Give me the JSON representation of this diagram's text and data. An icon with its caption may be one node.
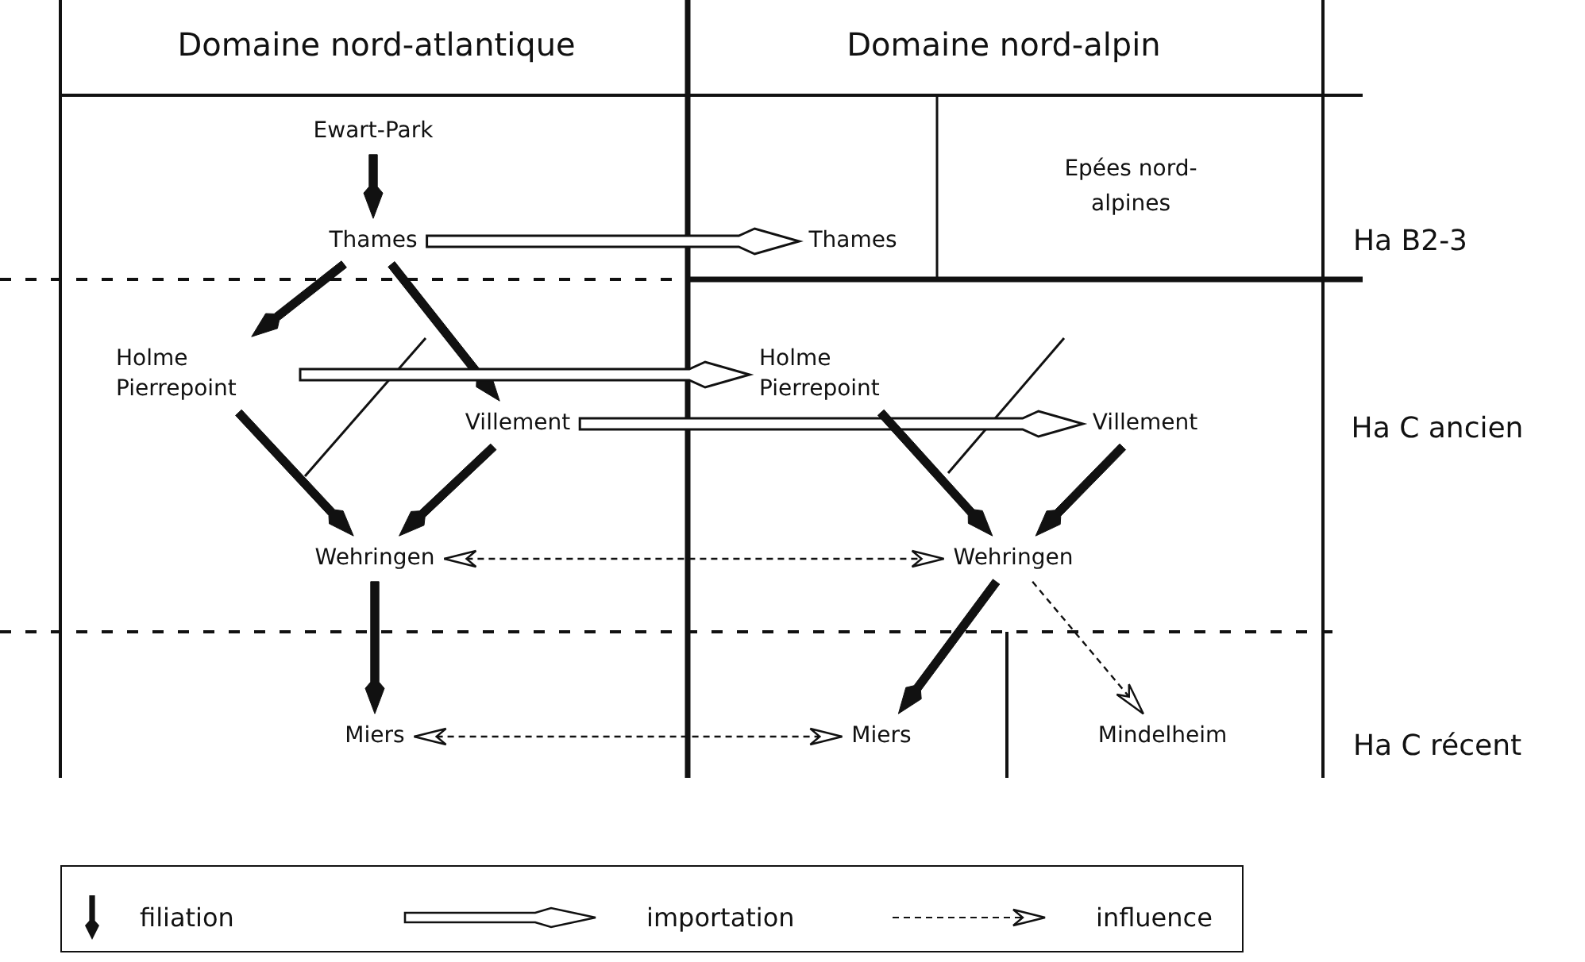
{
  "diagram": {
    "nodes": [
      {
        "text": [
          "Ewart-Park"
        ]
      },
      {
        "text": [
          "Thames"
        ]
      },
      {
        "text": [
          "Holme Pierrepoint"
        ]
      },
      {
        "text": [
          "Villement"
        ]
      },
      {
        "text": [
          "Wehringen"
        ]
      },
      {
        "text": [
          "Miers"
        ]
      },
      {
        "text": [
          "Thames"
        ]
      },
      {
        "text": [
          "Holme Pierrepoint"
        ]
      },
      {
        "text": [
          "Villement"
        ]
      },
      {
        "text": [
          "Wehringen"
        ]
      },
      {
        "text": [
          "Miers"
        ]
      },
      {
        "text": [
          "Mindelheim"
        ]
      }
    ],
    "edges": [
      {
        "from": 0,
        "to": 1,
        "arrow": "to",
        "style": "thick"
      },
      {
        "from": 1,
        "to": 2,
        "arrow": "to",
        "style": "thick"
      },
      {
        "from": 1,
        "to": 3,
        "arrow": "to",
        "style": "thick"
      },
      {
        "from": 2,
        "to": 4,
        "arrow": "to",
        "style": "thick"
      },
      {
        "from": 3,
        "to": 4,
        "arrow": "to",
        "style": "thick"
      },
      {
        "from": 4,
        "to": 5,
        "arrow": "to",
        "style": "thick"
      },
      {
        "from": 1,
        "to": 6,
        "arrow": "to"
      },
      {
        "from": 2,
        "to": 7,
        "arrow": "to"
      },
      {
        "from": 3,
        "to": 8,
        "arrow": "to"
      },
      {
        "from": 4,
        "to": 9,
        "arrow": "both",
        "style": "dashed"
      },
      {
        "from": 5,
        "to": 10,
        "arrow": "both",
        "style": "dashed"
      },
      {
        "from": 7,
        "to": 9,
        "arrow": "to",
        "style": "thick"
      },
      {
        "from": 8,
        "to": 9,
        "arrow": "to",
        "style": "thick"
      },
      {
        "from": 9,
        "to": 10,
        "arrow": "to",
        "style": "thick"
      },
      {
        "from": 9,
        "to": 11,
        "arrow": "to",
        "style": "dashed"
      }
    ],
    "labels": [
      "Domaine nord-atlantique",
      "Domaine nord-alpin",
      "Epées nord-alpines",
      "Ha B2-3",
      "Ha C ancien",
      "Ha C récent"
    ],
    "legend": [
      {
        "text": "filiation"
      },
      {
        "text": "importation"
      },
      {
        "text": "influence"
      }
    ]
  }
}
